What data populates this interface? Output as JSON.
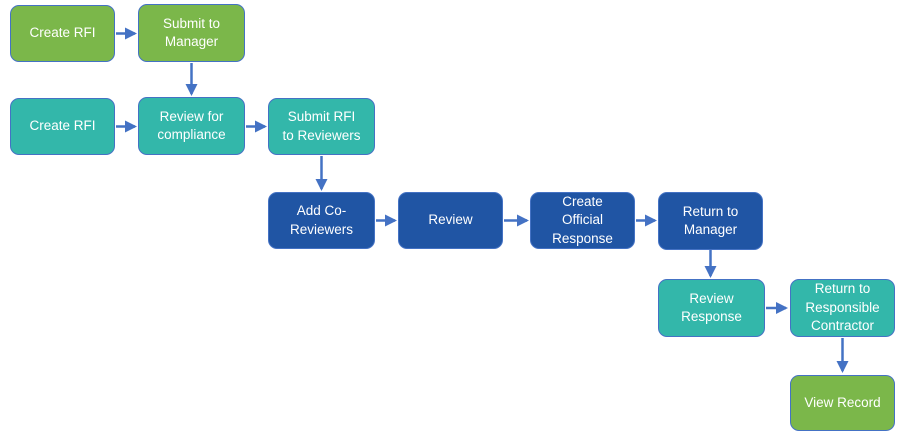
{
  "diagram": {
    "type": "flowchart",
    "background": "#FFFFFF",
    "colors": {
      "green_fill": "#7BB74A",
      "teal_fill": "#33B7AA",
      "blue_fill": "#2055A4",
      "node_border": "#4472C4",
      "arrow": "#4472C4",
      "label_text": "#FFFFFF"
    },
    "nodes": [
      {
        "id": "create-rfi-top",
        "label": "Create RFI",
        "color": "green"
      },
      {
        "id": "submit-to-manager",
        "label": "Submit to\nManager",
        "color": "green"
      },
      {
        "id": "create-rfi",
        "label": "Create RFI",
        "color": "teal"
      },
      {
        "id": "review-for-compliance",
        "label": "Review for\ncompliance",
        "color": "teal"
      },
      {
        "id": "submit-rfi-to-reviewers",
        "label": "Submit RFI\nto Reviewers",
        "color": "teal"
      },
      {
        "id": "add-co-reviewers",
        "label": "Add Co-\nReviewers",
        "color": "blue"
      },
      {
        "id": "review",
        "label": "Review",
        "color": "blue"
      },
      {
        "id": "create-official-response",
        "label": "Create\nOfficial\nResponse",
        "color": "blue"
      },
      {
        "id": "return-to-manager",
        "label": "Return to\nManager",
        "color": "blue"
      },
      {
        "id": "review-response",
        "label": "Review\nResponse",
        "color": "teal"
      },
      {
        "id": "return-to-responsible-contractor",
        "label": "Return to\nResponsible\nContractor",
        "color": "teal"
      },
      {
        "id": "view-record",
        "label": "View Record",
        "color": "green"
      }
    ],
    "edges": [
      {
        "from": "create-rfi-top",
        "to": "submit-to-manager"
      },
      {
        "from": "submit-to-manager",
        "to": "review-for-compliance"
      },
      {
        "from": "create-rfi",
        "to": "review-for-compliance"
      },
      {
        "from": "review-for-compliance",
        "to": "submit-rfi-to-reviewers"
      },
      {
        "from": "submit-rfi-to-reviewers",
        "to": "add-co-reviewers"
      },
      {
        "from": "add-co-reviewers",
        "to": "review"
      },
      {
        "from": "review",
        "to": "create-official-response"
      },
      {
        "from": "create-official-response",
        "to": "return-to-manager"
      },
      {
        "from": "return-to-manager",
        "to": "review-response"
      },
      {
        "from": "review-response",
        "to": "return-to-responsible-contractor"
      },
      {
        "from": "return-to-responsible-contractor",
        "to": "view-record"
      }
    ]
  }
}
